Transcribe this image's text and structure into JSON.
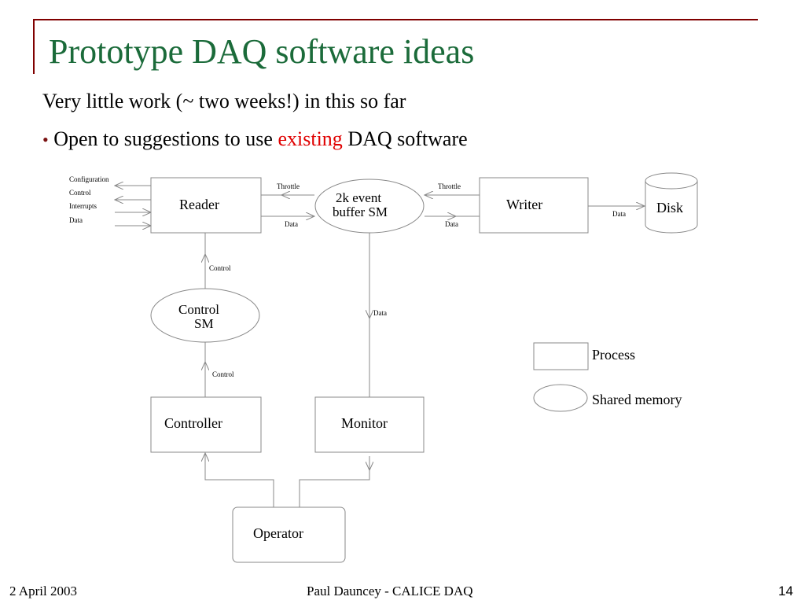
{
  "title": "Prototype DAQ software ideas",
  "lines": {
    "line1": "Very little work (~ two weeks!) in this so far",
    "bullet": "•",
    "line2_pre": "Open to suggestions to use ",
    "line2_highlight": "existing",
    "line2_post": " DAQ software"
  },
  "colors": {
    "title": "#1b6b3a",
    "highlight": "#e00000",
    "frame": "#800000"
  },
  "diagram": {
    "reader_inputs": [
      "Configuration",
      "Control",
      "Interrupts",
      "Data"
    ],
    "reader": "Reader",
    "buffer_line1": "2k event",
    "buffer_line2": "buffer SM",
    "writer": "Writer",
    "disk": "Disk",
    "throttle_left": "Throttle",
    "data_left": "Data",
    "throttle_right": "Throttle",
    "data_right": "Data",
    "data_disk": "Data",
    "control_top": "Control",
    "control_sm_line1": "Control",
    "control_sm_line2": "SM",
    "control_bottom": "Control",
    "data_monitor": "Data",
    "controller": "Controller",
    "monitor": "Monitor",
    "operator": "Operator",
    "legend_process": "Process",
    "legend_shared": "Shared memory"
  },
  "footer": {
    "date": "2 April 2003",
    "center": "Paul Dauncey - CALICE DAQ",
    "page": "14"
  }
}
